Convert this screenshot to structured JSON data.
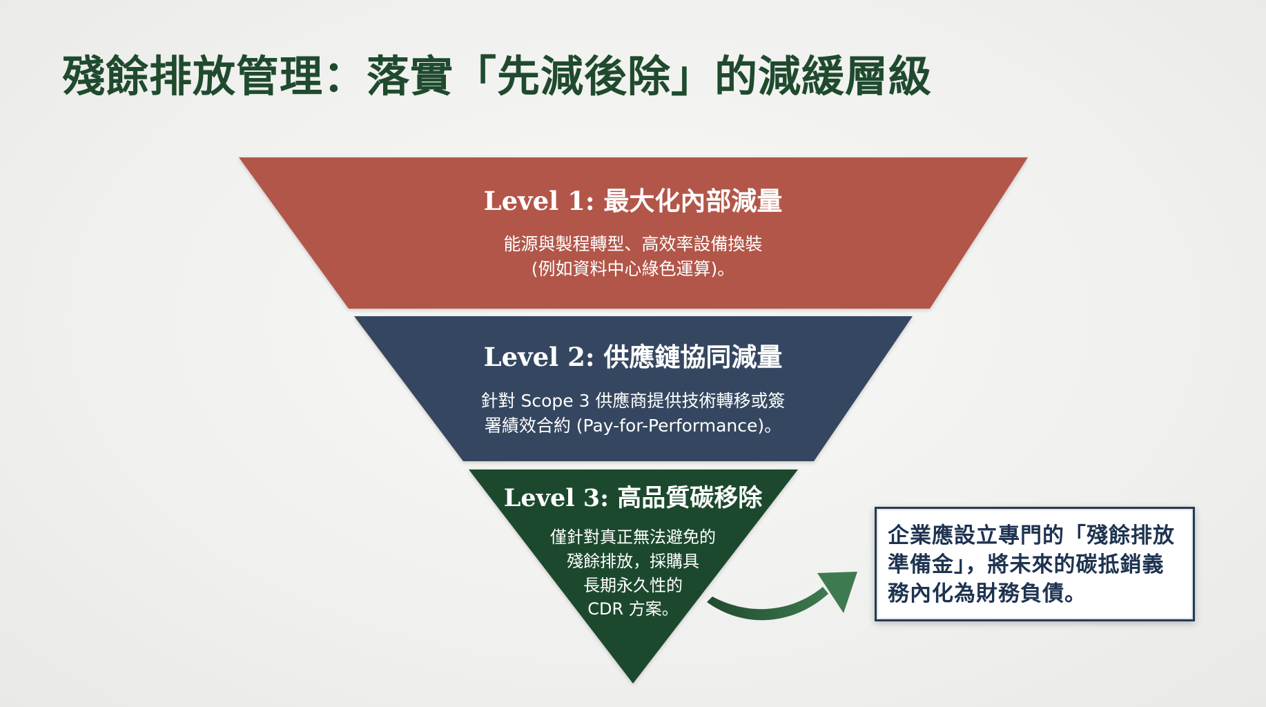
{
  "title": "殘餘排放管理：落實「先減後除」的減緩層級",
  "colors": {
    "title": "#1f4a2e",
    "level1": "#b2574a",
    "level2": "#354760",
    "level3": "#1f4a2e",
    "callout_border": "#223a55",
    "callout_text": "#1e3350"
  },
  "levels": [
    {
      "title": "Level 1: 最大化內部減量",
      "desc_lines": [
        "能源與製程轉型、高效率設備換裝",
        "(例如資料中心綠色運算)。"
      ]
    },
    {
      "title": "Level 2: 供應鏈協同減量",
      "desc_lines": [
        "針對 Scope 3 供應商提供技術轉移或簽",
        "署績效合約 (Pay-for-Performance)。"
      ]
    },
    {
      "title": "Level 3: 高品質碳移除",
      "desc_lines": [
        "僅針對真正無法避免的",
        "殘餘排放，採購具",
        "長期永久性的",
        "CDR 方案。"
      ]
    }
  ],
  "callout": {
    "text": "企業應設立專門的「殘餘排放準備金」，將未來的碳抵銷義務內化為財務負債。"
  },
  "arrow_icon": "curved-arrow-icon"
}
